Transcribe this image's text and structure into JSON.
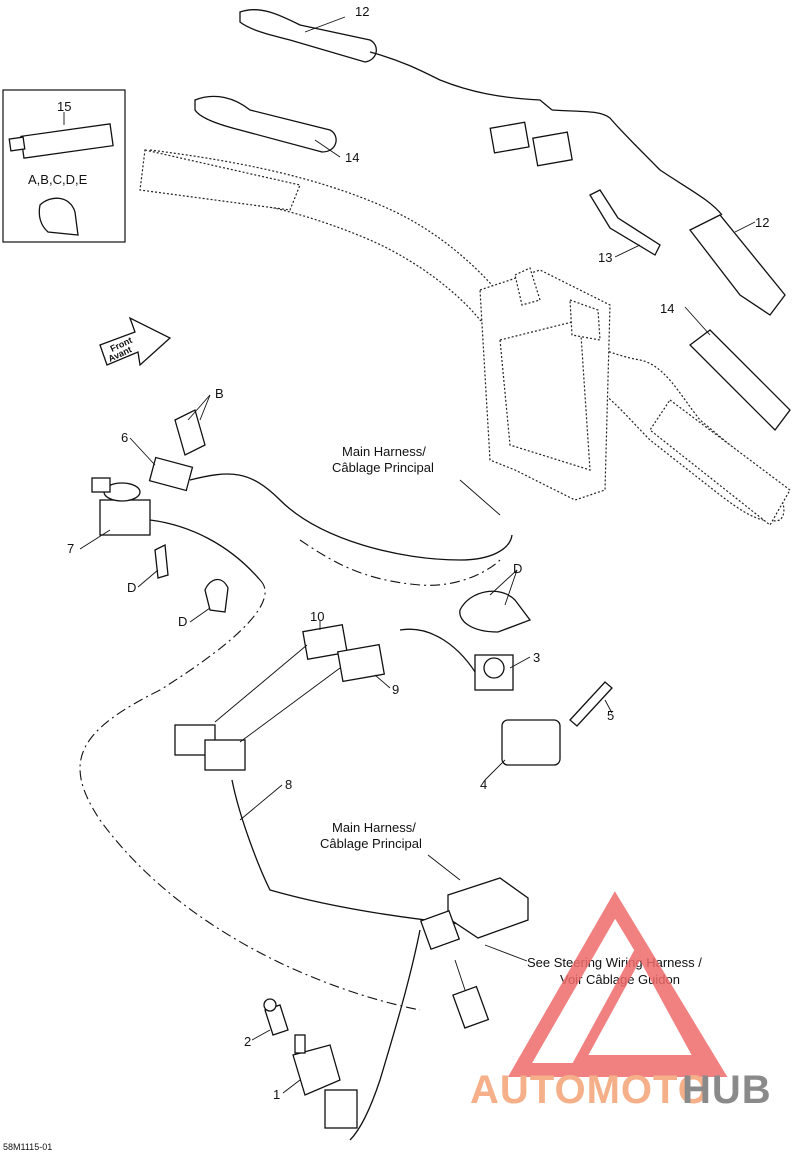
{
  "callouts": {
    "c1": "1",
    "c2": "2",
    "c3": "3",
    "c4": "4",
    "c5": "5",
    "c6": "6",
    "c7": "7",
    "c8": "8",
    "c9": "9",
    "c10": "10",
    "c12a": "12",
    "c12b": "12",
    "c13": "13",
    "c14a": "14",
    "c14b": "14",
    "c15": "15",
    "cB": "B",
    "cD1": "D",
    "cD2": "D",
    "cD3": "D",
    "kit": "A,B,C,D,E"
  },
  "labels": {
    "main_harness_1_l1": "Main Harness/",
    "main_harness_1_l2": "Câblage Principal",
    "main_harness_2_l1": "Main Harness/",
    "main_harness_2_l2": "Câblage Principal",
    "steering_l1": "See Steering Wiring Harness /",
    "steering_l2": "Voir Câblage Guidon",
    "front_l1": "Front",
    "front_l2": "Avant"
  },
  "watermark": {
    "part1": "AUTOMOTO",
    "part2": "HUB",
    "color1": "#f5b08a",
    "color2": "#8a8a8a",
    "logo_color": "#ef6a6a"
  },
  "diagram_code": "58M1115-01"
}
